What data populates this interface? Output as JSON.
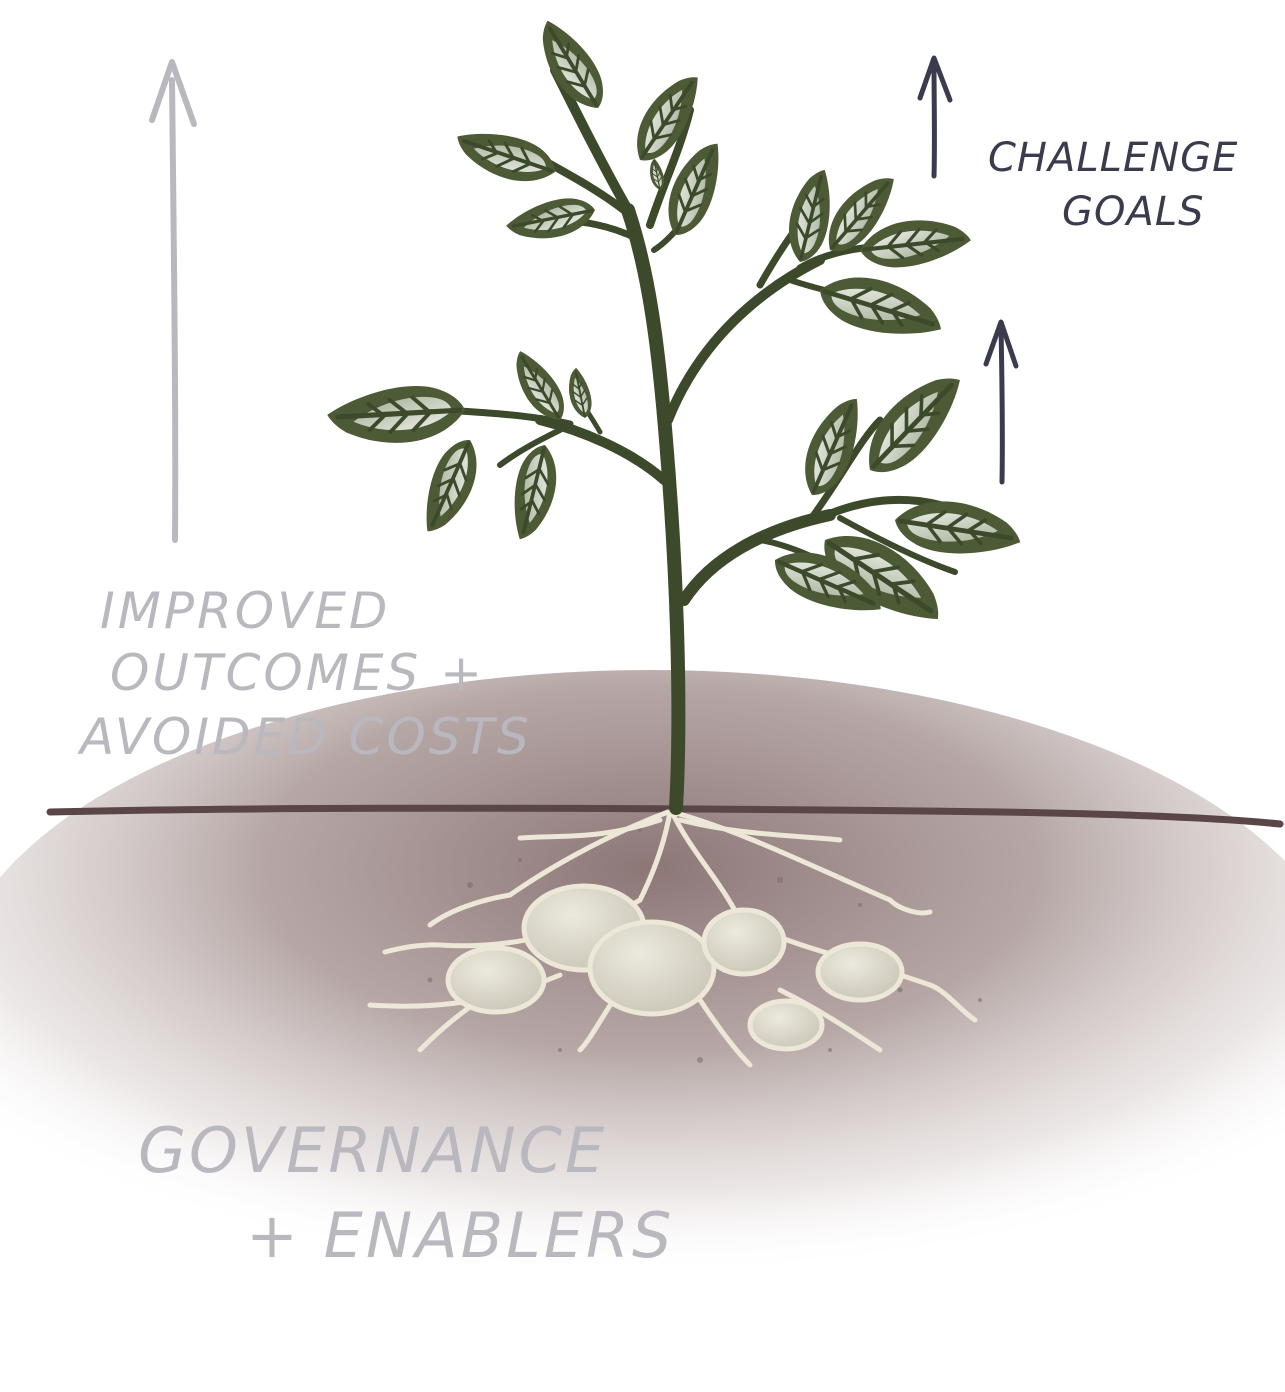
{
  "labels": {
    "outcomes": [
      "IMPROVED",
      "OUTCOMES +",
      "AVOIDED COSTS"
    ],
    "challenge": [
      "CHALLENGE",
      "GOALS"
    ],
    "governance": [
      "GOVERNANCE",
      "+ ENABLERS"
    ]
  },
  "colors": {
    "leaf": "#4c5a36",
    "leaf_light": "#c7d0c2",
    "stem": "#3c4a2b",
    "soil_line": "#5a4646",
    "soil": "#8e7a78",
    "roots": "#ece7d7",
    "tuber": "#dcd9cd",
    "grey_text": "#b9b8bf",
    "navy_text": "#3b3b4e"
  }
}
